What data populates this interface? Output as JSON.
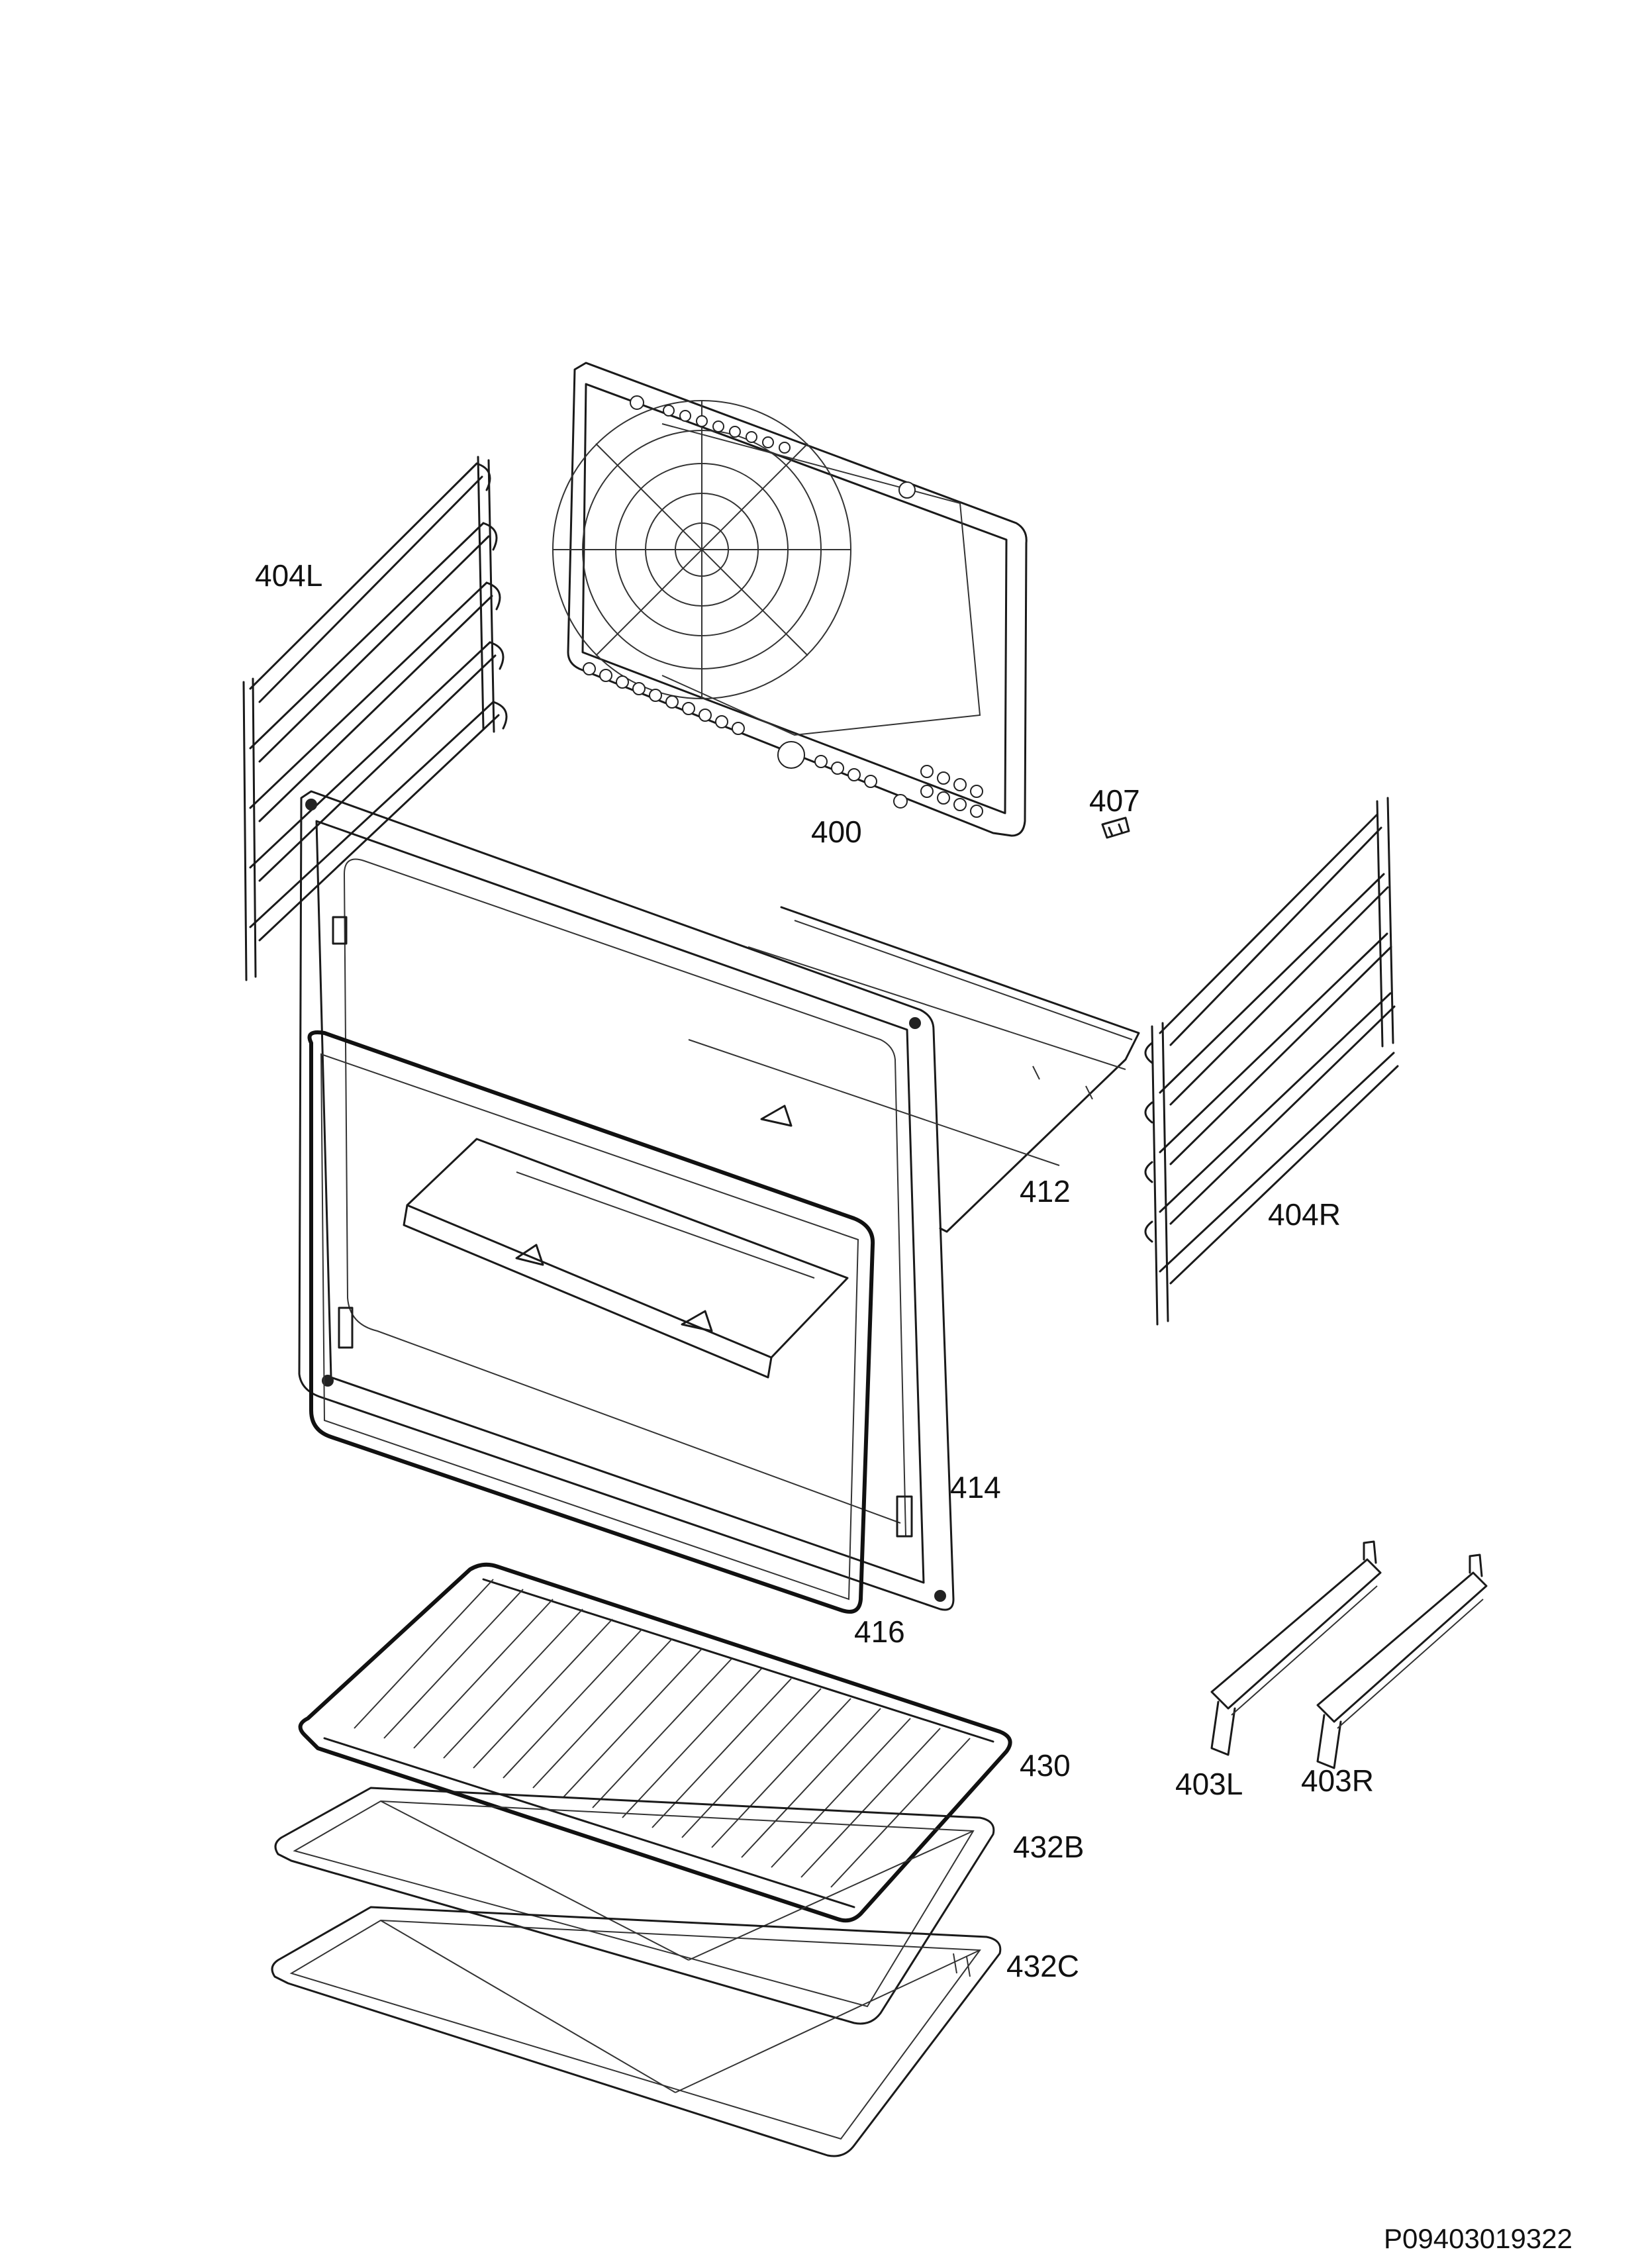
{
  "callouts": {
    "p400": "400",
    "p404L": "404L",
    "p404R": "404R",
    "p407": "407",
    "p412": "412",
    "p414": "414",
    "p416": "416",
    "p430": "430",
    "p432B": "432B",
    "p432C": "432C",
    "p403L": "403L",
    "p403R": "403R"
  },
  "document_id": "P09403019322"
}
